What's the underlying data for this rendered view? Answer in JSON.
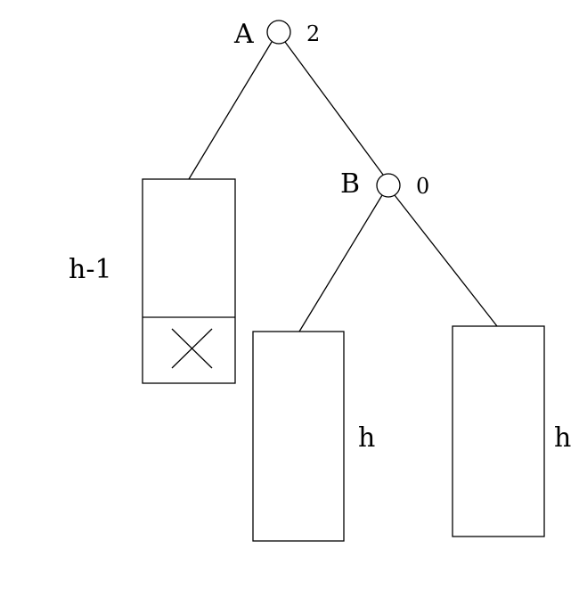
{
  "nodes": [
    {
      "id": "A",
      "label": "A",
      "balance": "2"
    },
    {
      "id": "B",
      "label": "B",
      "balance": "0"
    }
  ],
  "subtrees": [
    {
      "id": "left-subtree",
      "height_label": "h-1",
      "inserted_mark": true
    },
    {
      "id": "middle-subtree",
      "height_label": "h"
    },
    {
      "id": "right-subtree",
      "height_label": "h"
    }
  ]
}
